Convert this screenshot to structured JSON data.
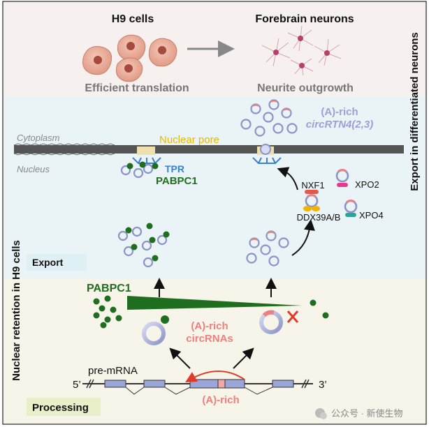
{
  "header": {
    "left_title": "H9 cells",
    "right_title": "Forebrain neurons",
    "left_caption": "Efficient translation",
    "right_caption": "Neurite outgrowth"
  },
  "side_labels": {
    "left": "Nuclear retention in H9 cells",
    "right": "Export in differentiated neurons"
  },
  "membrane": {
    "cytoplasm": "Cytoplasm",
    "nucleus": "Nucleus",
    "nuclear_pore": "Nuclear pore",
    "tpr": "TPR",
    "pabpc1_pore": "PABPC1"
  },
  "export_factors": {
    "nxf1": "NXF1",
    "xpo2": "XPO2",
    "ddx39": "DDX39A/B",
    "xpo4": "XPO4"
  },
  "circ_label": {
    "line1": "(A)-rich",
    "line2": "circRTN4(2,3)"
  },
  "middle": {
    "export_tag": "Export",
    "pabpc1": "PABPC1",
    "arich_circ_line1": "(A)-rich",
    "arich_circ_line2": "circRNAs"
  },
  "bottom": {
    "premrna": "pre-mRNA",
    "five_prime": "5’",
    "three_prime": "3’",
    "arich": "(A)-rich",
    "processing_tag": "Processing"
  },
  "watermark": "公众号 · 新使生物",
  "colors": {
    "pabpc1_green": "#1f6e1f",
    "arich_pink": "#ef7f7f",
    "tpr_blue": "#3b7fd3",
    "nuclear_pore_yellow": "#e8b800",
    "circ_label_purple": "#9da0d4",
    "cross_red": "#e23a2a",
    "top_panel_bg": "#f6f1ef",
    "middle_panel_bg": "#eaf4f6",
    "bottom_panel_bg": "#f7f5ea"
  }
}
